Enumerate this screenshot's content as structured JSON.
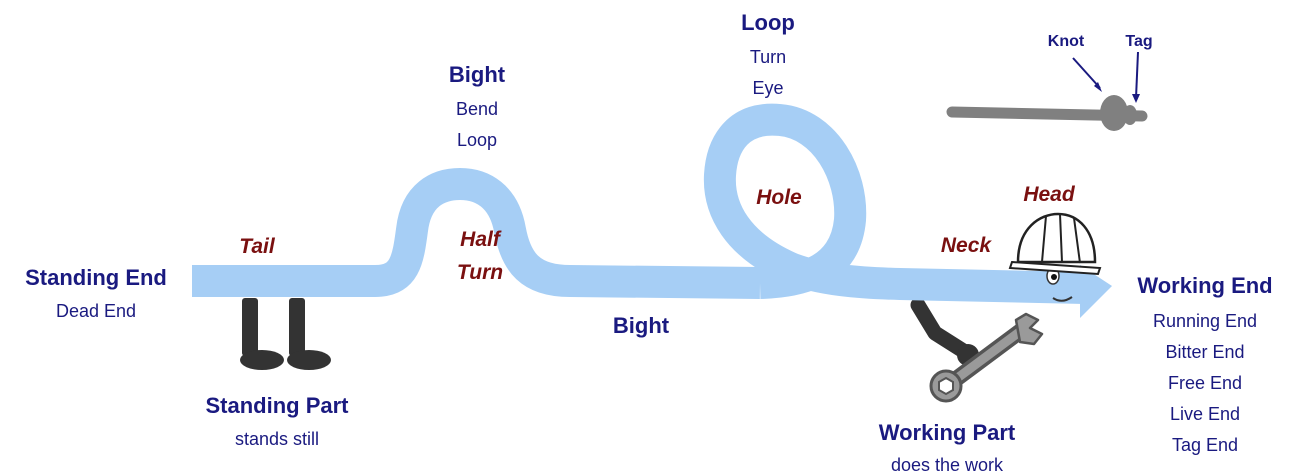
{
  "labels": {
    "standing_end": {
      "title": "Standing End",
      "aliases": [
        "Dead End"
      ]
    },
    "standing_part": {
      "title": "Standing Part",
      "subtitle": "stands still"
    },
    "tail": "Tail",
    "half_turn": [
      "Half",
      "Turn"
    ],
    "bight_top": {
      "title": "Bight",
      "aliases": [
        "Bend",
        "Loop"
      ]
    },
    "bight_bottom": "Bight",
    "loop": {
      "title": "Loop",
      "aliases": [
        "Turn",
        "Eye"
      ]
    },
    "hole": "Hole",
    "neck": "Neck",
    "head": "Head",
    "working_part": {
      "title": "Working Part",
      "subtitle": "does the work"
    },
    "working_end": {
      "title": "Working End",
      "aliases": [
        "Running End",
        "Bitter End",
        "Free End",
        "Live End",
        "Tag End"
      ]
    },
    "knot": "Knot",
    "tag": "Tag"
  },
  "colors": {
    "rope": "#a6cef5",
    "label_primary": "#1a1a80",
    "label_secondary": "#7a1010",
    "legs": "#333333",
    "knot_rope": "#808080"
  },
  "icons": [
    "legs-icon",
    "wrench-arm-icon",
    "hard-hat-icon",
    "face-icon",
    "knot-icon"
  ]
}
